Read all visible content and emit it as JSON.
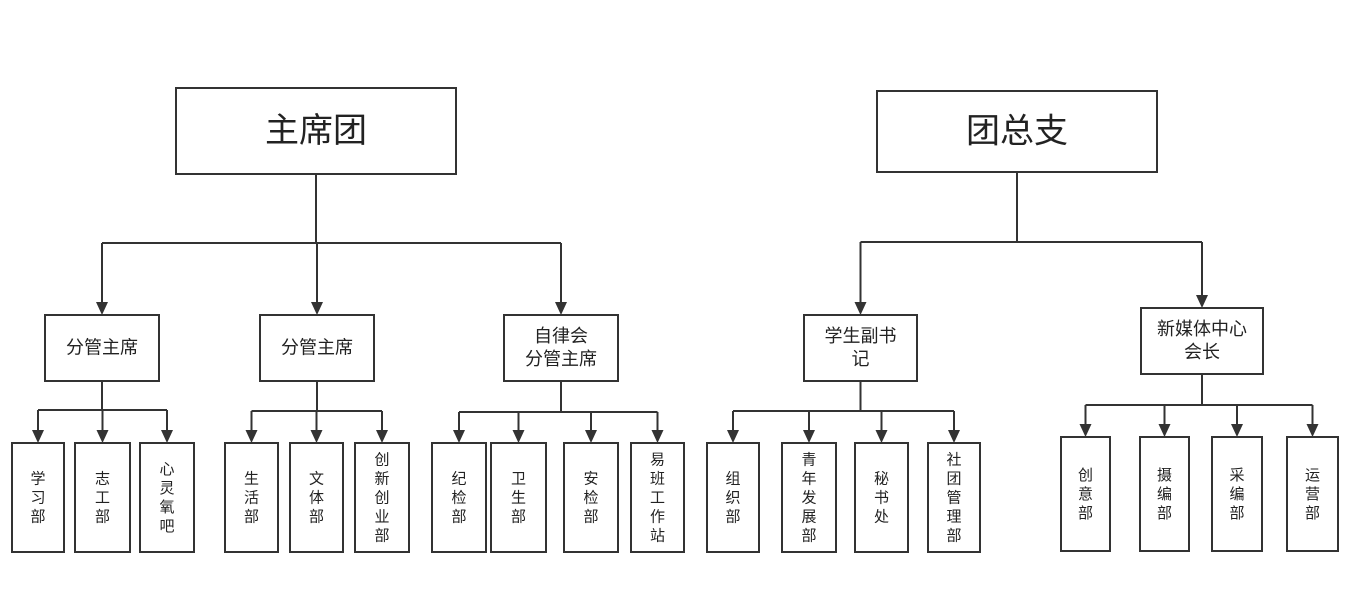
{
  "diagram": {
    "nodes": [
      {
        "id": "zhuxituan",
        "label": "主席团"
      },
      {
        "id": "tuanzongzhi",
        "label": "团总支"
      },
      {
        "id": "fg1",
        "label": "分管主席"
      },
      {
        "id": "fg2",
        "label": "分管主席"
      },
      {
        "id": "zlh",
        "label": "自律会\n分管主席"
      },
      {
        "id": "xsfsj",
        "label": "学生副书\n记"
      },
      {
        "id": "xmt",
        "label": "新媒体中心\n会长"
      },
      {
        "id": "xuexi",
        "label": "学\n习\n部"
      },
      {
        "id": "zhigong",
        "label": "志\n工\n部"
      },
      {
        "id": "xinling",
        "label": "心\n灵\n氧\n吧"
      },
      {
        "id": "shenghuo",
        "label": "生\n活\n部"
      },
      {
        "id": "wenti",
        "label": "文\n体\n部"
      },
      {
        "id": "chuangxin",
        "label": "创\n新\n创\n业\n部"
      },
      {
        "id": "jijian",
        "label": "纪\n检\n部"
      },
      {
        "id": "weisheng",
        "label": "卫\n生\n部"
      },
      {
        "id": "anjian",
        "label": "安\n检\n部"
      },
      {
        "id": "yiban",
        "label": "易\n班\n工\n作\n站"
      },
      {
        "id": "zuzhi",
        "label": "组\n织\n部"
      },
      {
        "id": "qingnian",
        "label": "青\n年\n发\n展\n部"
      },
      {
        "id": "mishu",
        "label": "秘\n书\n处"
      },
      {
        "id": "shetuan",
        "label": "社\n团\n管\n理\n部"
      },
      {
        "id": "chuangyi",
        "label": "创\n意\n部"
      },
      {
        "id": "shebian",
        "label": "摄\n编\n部"
      },
      {
        "id": "caibian",
        "label": "采\n编\n部"
      },
      {
        "id": "yunying",
        "label": "运\n营\n部"
      }
    ],
    "edges": [
      [
        "zhuxituan",
        "fg1"
      ],
      [
        "zhuxituan",
        "fg2"
      ],
      [
        "zhuxituan",
        "zlh"
      ],
      [
        "tuanzongzhi",
        "xsfsj"
      ],
      [
        "tuanzongzhi",
        "xmt"
      ],
      [
        "fg1",
        "xuexi"
      ],
      [
        "fg1",
        "zhigong"
      ],
      [
        "fg1",
        "xinling"
      ],
      [
        "fg2",
        "shenghuo"
      ],
      [
        "fg2",
        "wenti"
      ],
      [
        "fg2",
        "chuangxin"
      ],
      [
        "zlh",
        "jijian"
      ],
      [
        "zlh",
        "weisheng"
      ],
      [
        "zlh",
        "anjian"
      ],
      [
        "zlh",
        "yiban"
      ],
      [
        "xsfsj",
        "zuzhi"
      ],
      [
        "xsfsj",
        "qingnian"
      ],
      [
        "xsfsj",
        "mishu"
      ],
      [
        "xsfsj",
        "shetuan"
      ],
      [
        "xmt",
        "chuangyi"
      ],
      [
        "xmt",
        "shebian"
      ],
      [
        "xmt",
        "caibian"
      ],
      [
        "xmt",
        "yunying"
      ]
    ]
  }
}
